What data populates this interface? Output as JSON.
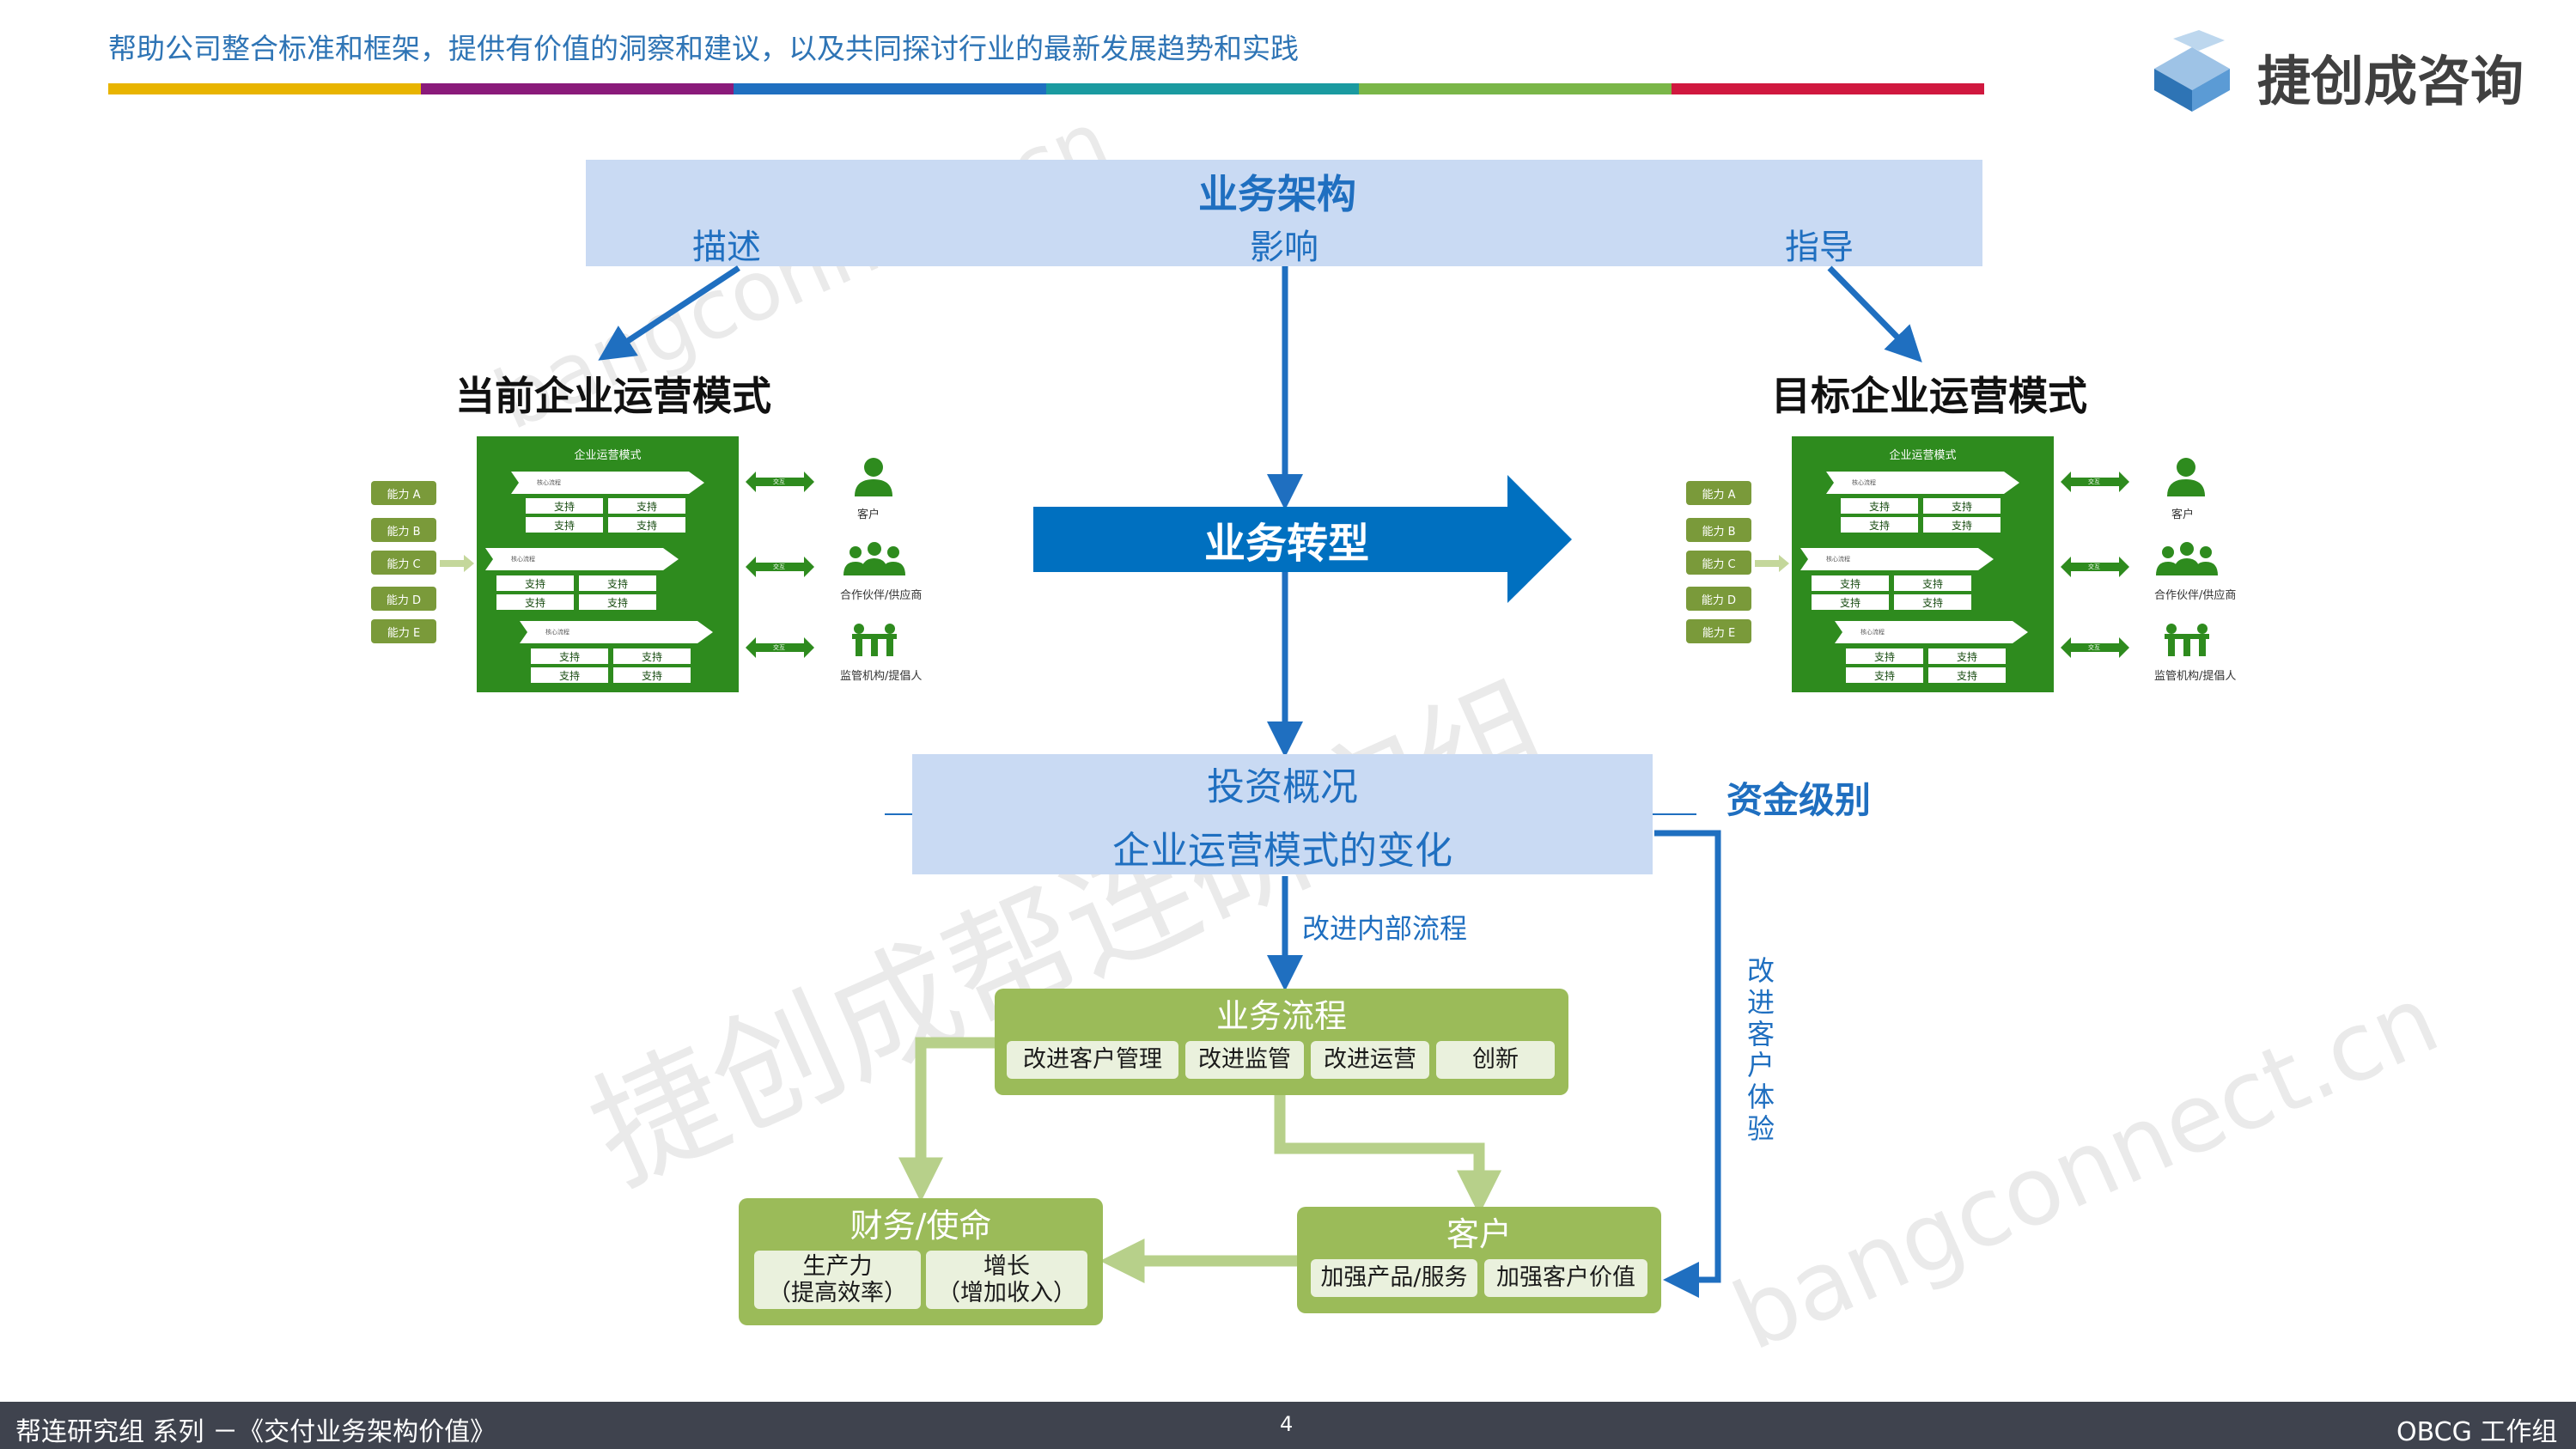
{
  "header": {
    "tagline": "帮助公司整合标准和框架，提供有价值的洞察和建议，以及共同探讨行业的最新发展趋势和实践",
    "brand": "捷创成咨询",
    "stripe_colors": [
      "#e8b400",
      "#8a1a7a",
      "#1f6fc0",
      "#1a9aa0",
      "#7ab648",
      "#d0183f"
    ]
  },
  "banner": {
    "title": "业务架构",
    "left": "描述",
    "middle": "影响",
    "right": "指导"
  },
  "current_title": "当前企业运营模式",
  "target_title": "目标企业运营模式",
  "transformation": "业务转型",
  "mini": {
    "title": "企业运营模式",
    "support": "支持",
    "lane": "核心流程",
    "capabilities": [
      "能力 A",
      "能力 B",
      "能力 C",
      "能力 D",
      "能力 E"
    ],
    "connector": "交互",
    "stakeholders": [
      "客户",
      "合作伙伴/供应商",
      "监管机构/提倡人"
    ]
  },
  "invest": {
    "top": "投资概况",
    "bottom": "企业运营模式的变化",
    "side": "资金级别"
  },
  "labels": {
    "improve_process": "改进内部流程",
    "improve_cx": "改进客户体验"
  },
  "process": {
    "title": "业务流程",
    "items": [
      "改进客户管理",
      "改进监管",
      "改进运营",
      "创新"
    ]
  },
  "finance": {
    "title": "财务/使命",
    "items": [
      {
        "line1": "生产力",
        "line2": "（提高效率）"
      },
      {
        "line1": "增长",
        "line2": "（增加收入）"
      }
    ]
  },
  "customer": {
    "title": "客户",
    "items": [
      "加强产品/服务",
      "加强客户价值"
    ]
  },
  "footer": {
    "left": "帮连研究组 系列 －《交付业务架构价值》",
    "page": "4",
    "right": "OBCG 工作组"
  },
  "watermarks": [
    "bangconnect.cn",
    "捷创成帮连研究组",
    "bangconnect.cn"
  ],
  "colors": {
    "blue": "#1f6fc0",
    "light_blue": "#c9daf3",
    "green": "#9bbb59",
    "dark_green": "#2e8b1e",
    "footer": "#3f434e"
  }
}
